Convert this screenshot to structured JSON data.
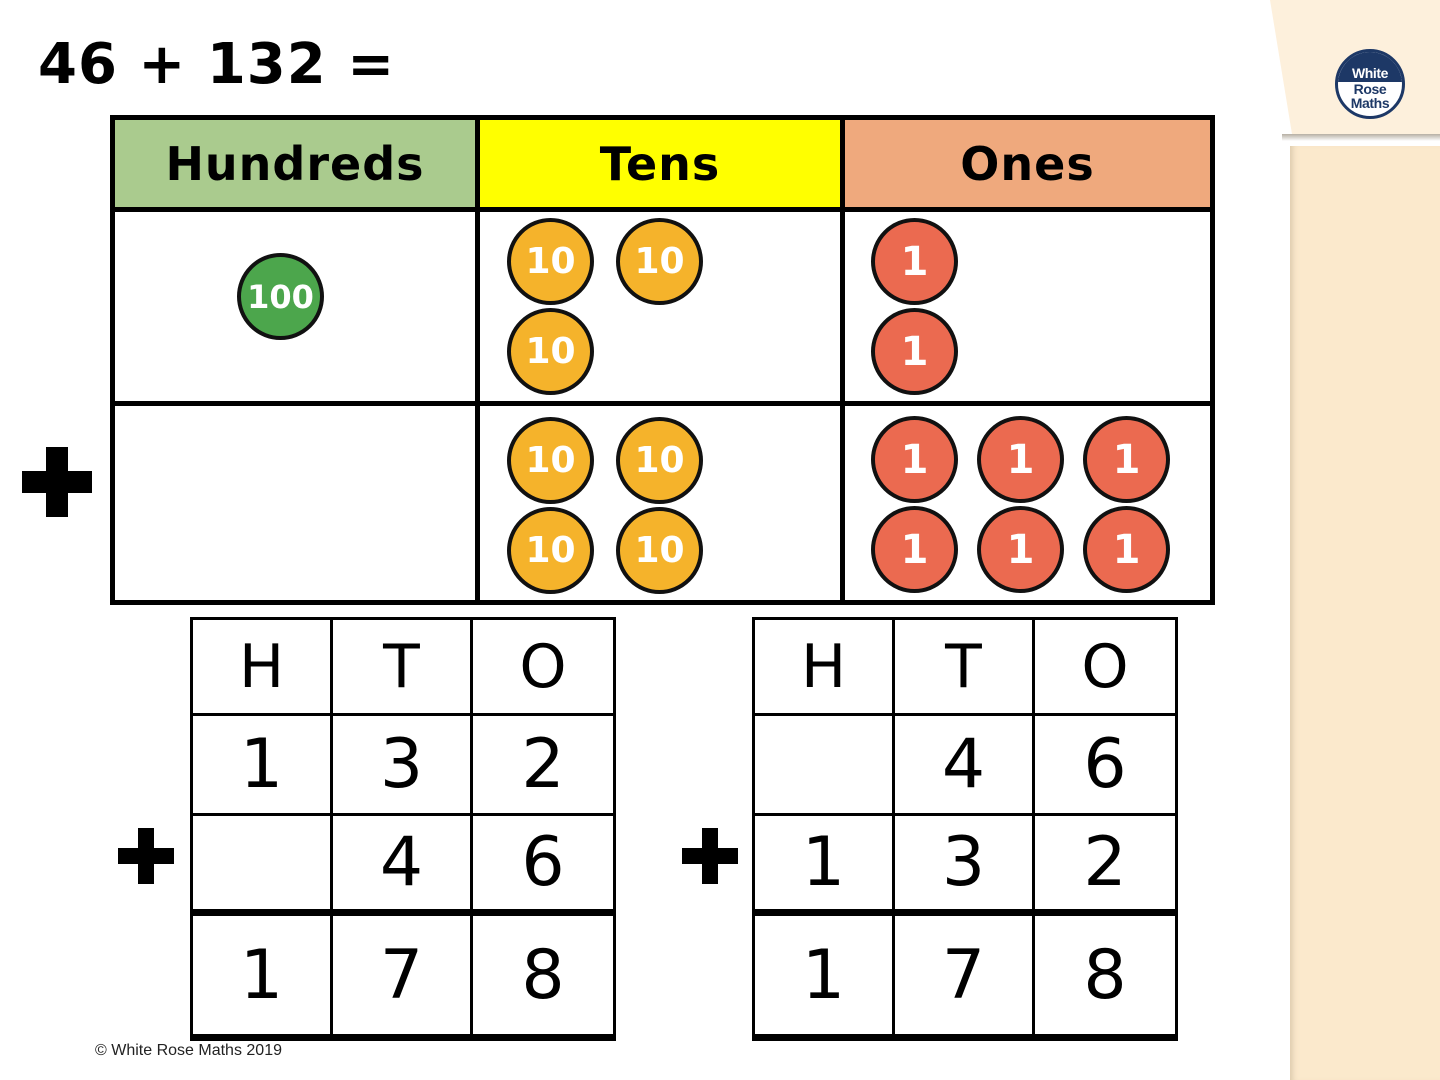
{
  "title": "46 + 132 =",
  "plus": "+",
  "copyright": "© White Rose Maths 2019",
  "logo": {
    "line1": "White",
    "line2": "Rose",
    "line3": "Maths"
  },
  "colors": {
    "hundreds_header": "#AACB8E",
    "tens_header": "#FFFF00",
    "ones_header": "#EFA97D",
    "hundred_counter": "#4CA64C",
    "ten_counter": "#F5B32B",
    "one_counter": "#EB6A50",
    "logo_navy": "#1D3866",
    "side_panel": "#FBE9CC",
    "side_panel_top": "#FDF0DC"
  },
  "place_value_chart": {
    "headers": [
      {
        "label": "Hundreds",
        "color": "#AACB8E"
      },
      {
        "label": "Tens",
        "color": "#FFFF00"
      },
      {
        "label": "Ones",
        "color": "#EFA97D"
      }
    ],
    "counter_labels": {
      "hundred": "100",
      "ten": "10",
      "one": "1"
    },
    "rows": [
      {
        "represents": "132",
        "hundreds": 1,
        "tens": 3,
        "ones": 2
      },
      {
        "represents": "46",
        "hundreds": 0,
        "tens": 4,
        "ones": 6
      }
    ]
  },
  "addition_tables": {
    "left": {
      "headers": [
        "H",
        "T",
        "O"
      ],
      "addend1": [
        "1",
        "3",
        "2"
      ],
      "addend2": [
        "",
        "4",
        "6"
      ],
      "result": [
        "1",
        "7",
        "8"
      ]
    },
    "right": {
      "headers": [
        "H",
        "T",
        "O"
      ],
      "addend1": [
        "",
        "4",
        "6"
      ],
      "addend2": [
        "1",
        "3",
        "2"
      ],
      "result": [
        "1",
        "7",
        "8"
      ]
    }
  }
}
